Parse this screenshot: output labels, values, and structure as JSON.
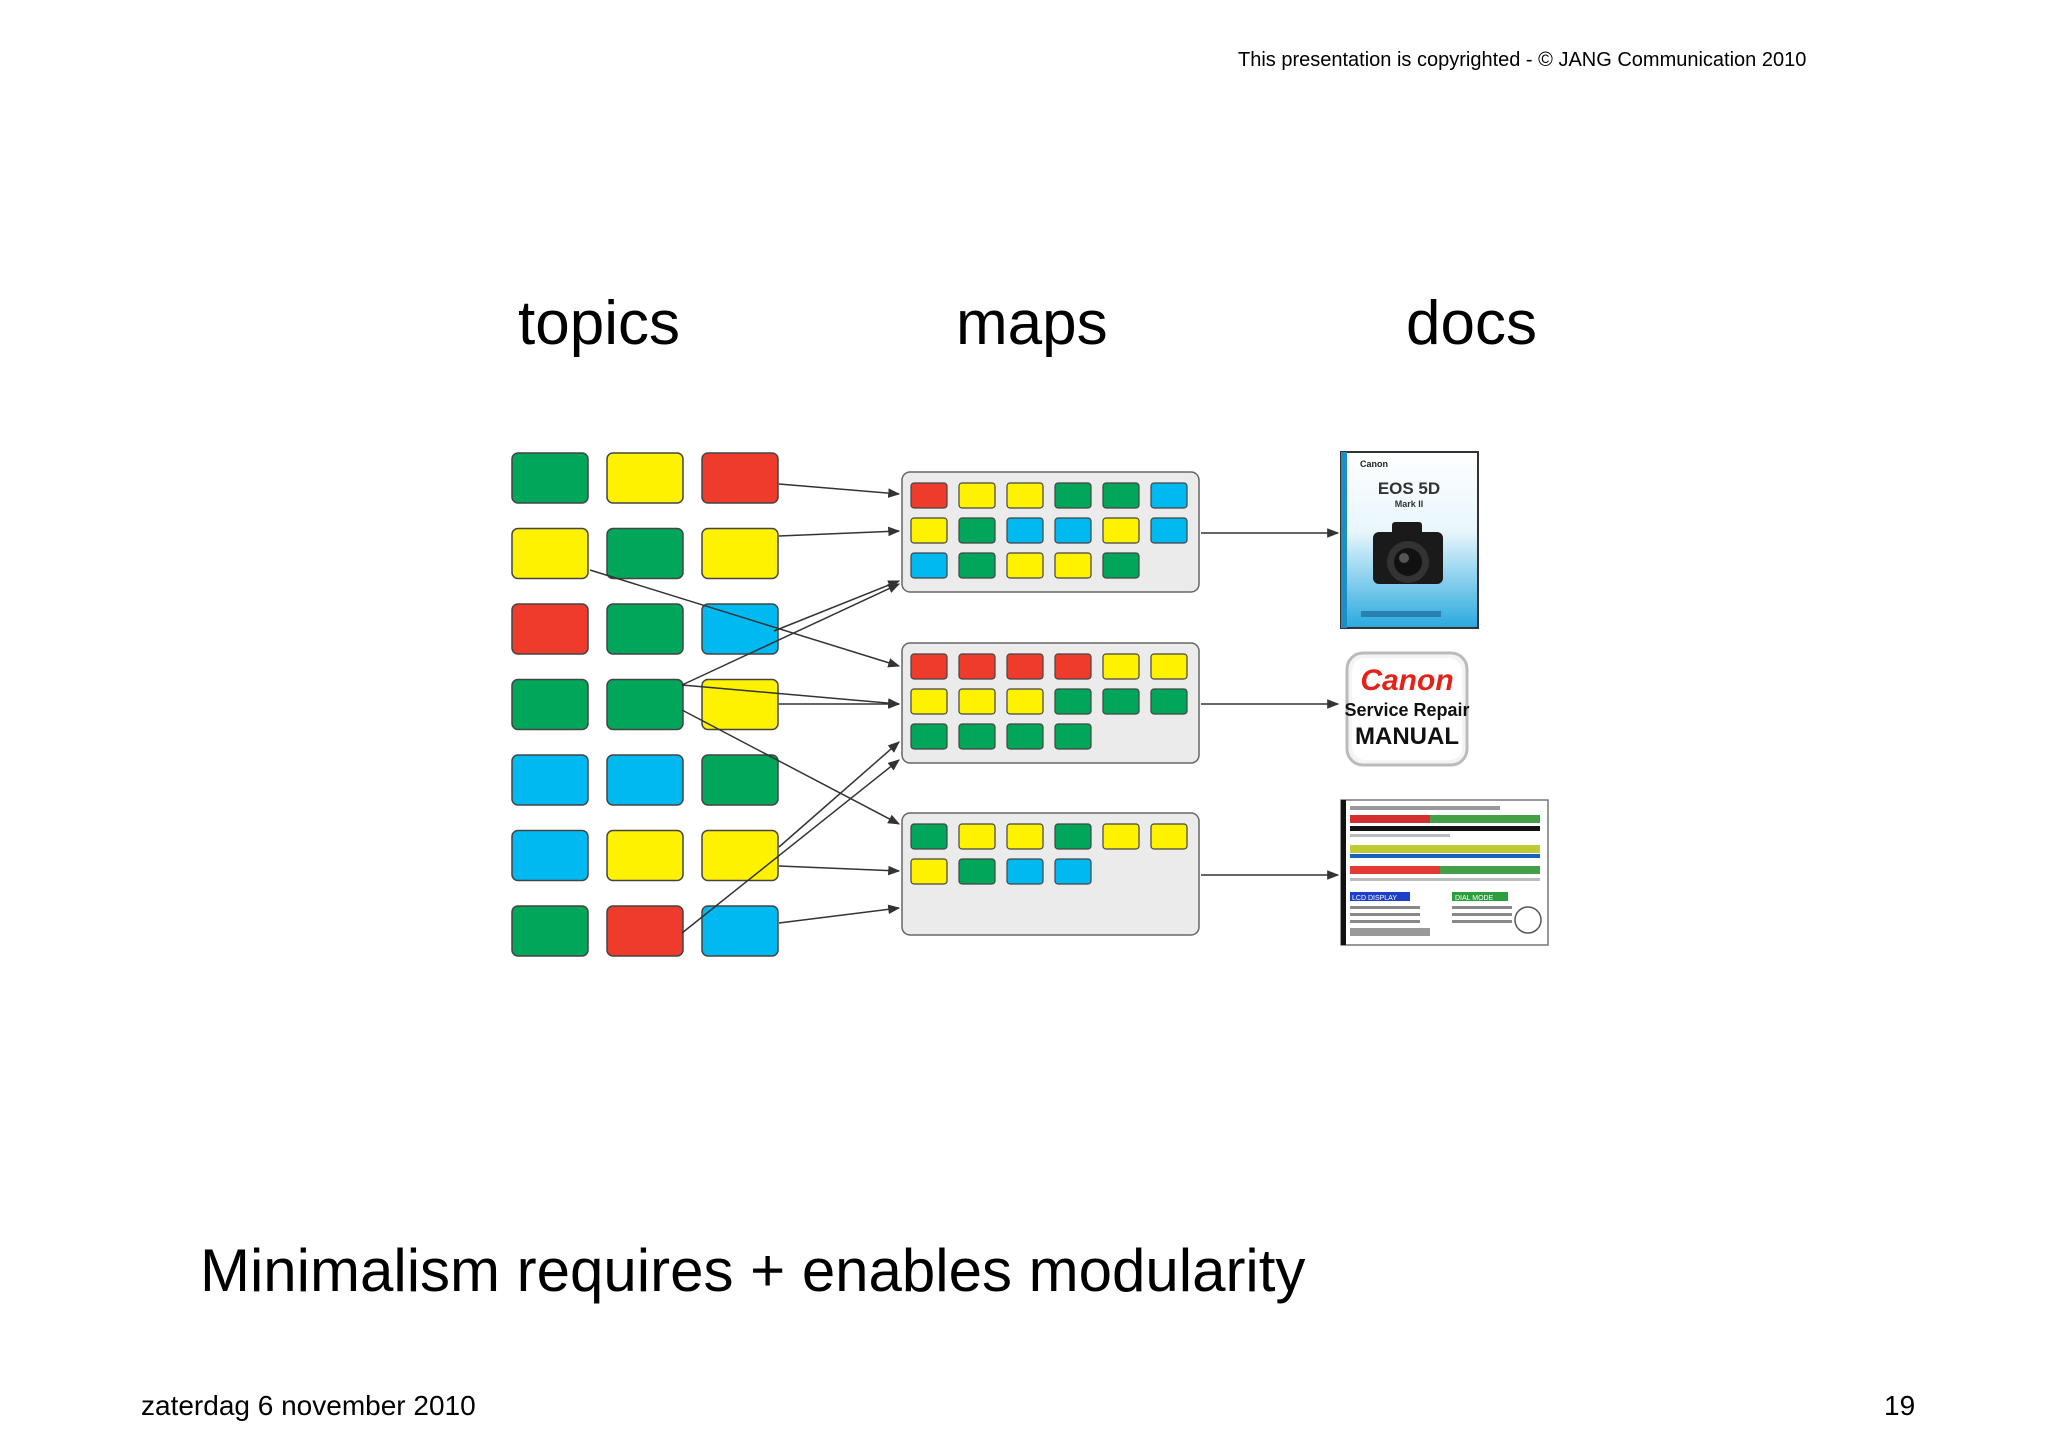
{
  "header": {
    "copyright": "This presentation is copyrighted - © JANG Communication 2010"
  },
  "diagram": {
    "labels": {
      "topics": "topics",
      "maps": "maps",
      "docs": "docs"
    },
    "colors": {
      "green": "#00a659",
      "yellow": "#fff200",
      "red": "#ef3b2c",
      "blue": "#00b9f1",
      "map_bg": "#ebebeb"
    },
    "topics": [
      [
        "green",
        "yellow",
        "red"
      ],
      [
        "yellow",
        "green",
        "yellow"
      ],
      [
        "red",
        "green",
        "blue"
      ],
      [
        "green",
        "green",
        "yellow"
      ],
      [
        "blue",
        "blue",
        "green"
      ],
      [
        "blue",
        "yellow",
        "yellow"
      ],
      [
        "green",
        "red",
        "blue"
      ]
    ],
    "maps": [
      [
        [
          "red",
          "yellow",
          "yellow",
          "green",
          "green",
          "blue"
        ],
        [
          "yellow",
          "green",
          "blue",
          "blue",
          "yellow",
          "blue"
        ],
        [
          "blue",
          "green",
          "yellow",
          "yellow",
          "green"
        ]
      ],
      [
        [
          "red",
          "red",
          "red",
          "red",
          "yellow",
          "yellow"
        ],
        [
          "yellow",
          "yellow",
          "yellow",
          "green",
          "green",
          "green"
        ],
        [
          "green",
          "green",
          "green",
          "green"
        ]
      ],
      [
        [
          "green",
          "yellow",
          "yellow",
          "green",
          "yellow",
          "yellow"
        ],
        [
          "yellow",
          "green",
          "blue",
          "blue"
        ]
      ]
    ],
    "docs": {
      "doc1": {
        "brand": "Canon",
        "model": "EOS 5D",
        "sub": "Mark II"
      },
      "doc2": {
        "brand": "Canon",
        "line1": "Service Repair",
        "line2": "MANUAL"
      },
      "doc3": {
        "chips": [
          "LCD DISPLAY",
          "DIAL MODE"
        ]
      }
    }
  },
  "headline": "Minimalism requires + enables modularity",
  "footer": {
    "date": "zaterdag 6 november 2010",
    "page": "19"
  }
}
